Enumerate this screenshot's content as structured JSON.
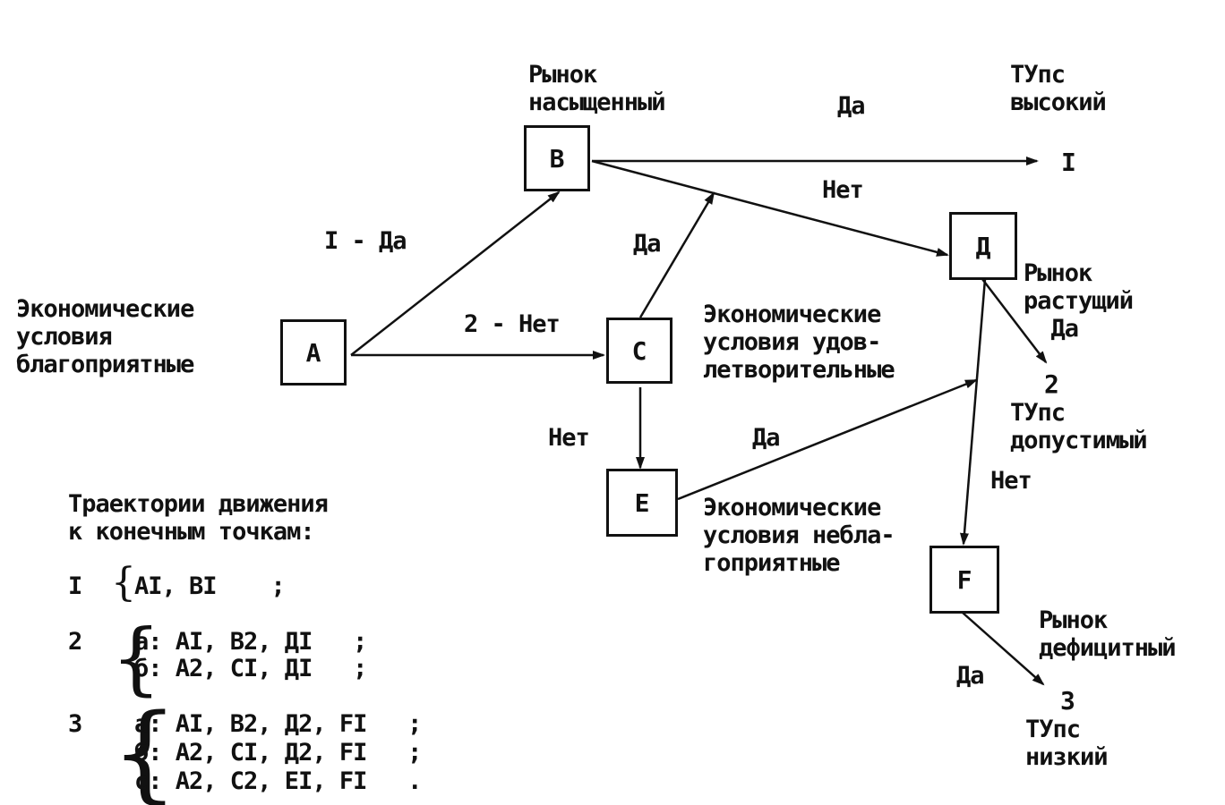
{
  "nodes": {
    "A": "A",
    "B": "B",
    "C": "C",
    "D": "Д",
    "E": "E",
    "F": "F"
  },
  "labels": {
    "market_saturated": "Рынок\nнасыщенный",
    "tups_high": "ТУпс\nвысокий",
    "endpoint_1": "I",
    "da_top": "Да",
    "net_b_d": "Нет",
    "i_da": "I - Да",
    "da_c_b": "Да",
    "two_net": "2 - Нет",
    "econ_favorable": "Экономические\nусловия\nблагоприятные",
    "econ_satisfactory": "Экономические\nусловия удов-\nлетворительные",
    "market_growing": "Рынок\nрастущий\n  Да",
    "endpoint_2": "2",
    "tups_acceptable": "ТУпс\nдопустимый",
    "net_c_e": "Нет",
    "da_e_d": "Да",
    "net_d_f": "Нет",
    "econ_unfavorable": "Экономические\nусловия небла-\nгоприятные",
    "market_deficit": "Рынок\nдефицитный",
    "da_f": "Да",
    "endpoint_3": "3",
    "tups_low": "ТУпс\nнизкий"
  },
  "legend": {
    "title": "Траектории движения\nк конечным точкам:",
    "rows": [
      {
        "num": "I",
        "lines": [
          "AI, BI    ;"
        ]
      },
      {
        "num": "2",
        "lines": [
          "a: AI, B2, ДI   ;",
          "б: A2, CI, ДI   ;"
        ]
      },
      {
        "num": "3",
        "lines": [
          "a: AI, B2, Д2, FI   ;",
          "б: A2, CI, Д2, FI   ;",
          "c: A2, C2, EI, FI   ."
        ]
      }
    ]
  }
}
